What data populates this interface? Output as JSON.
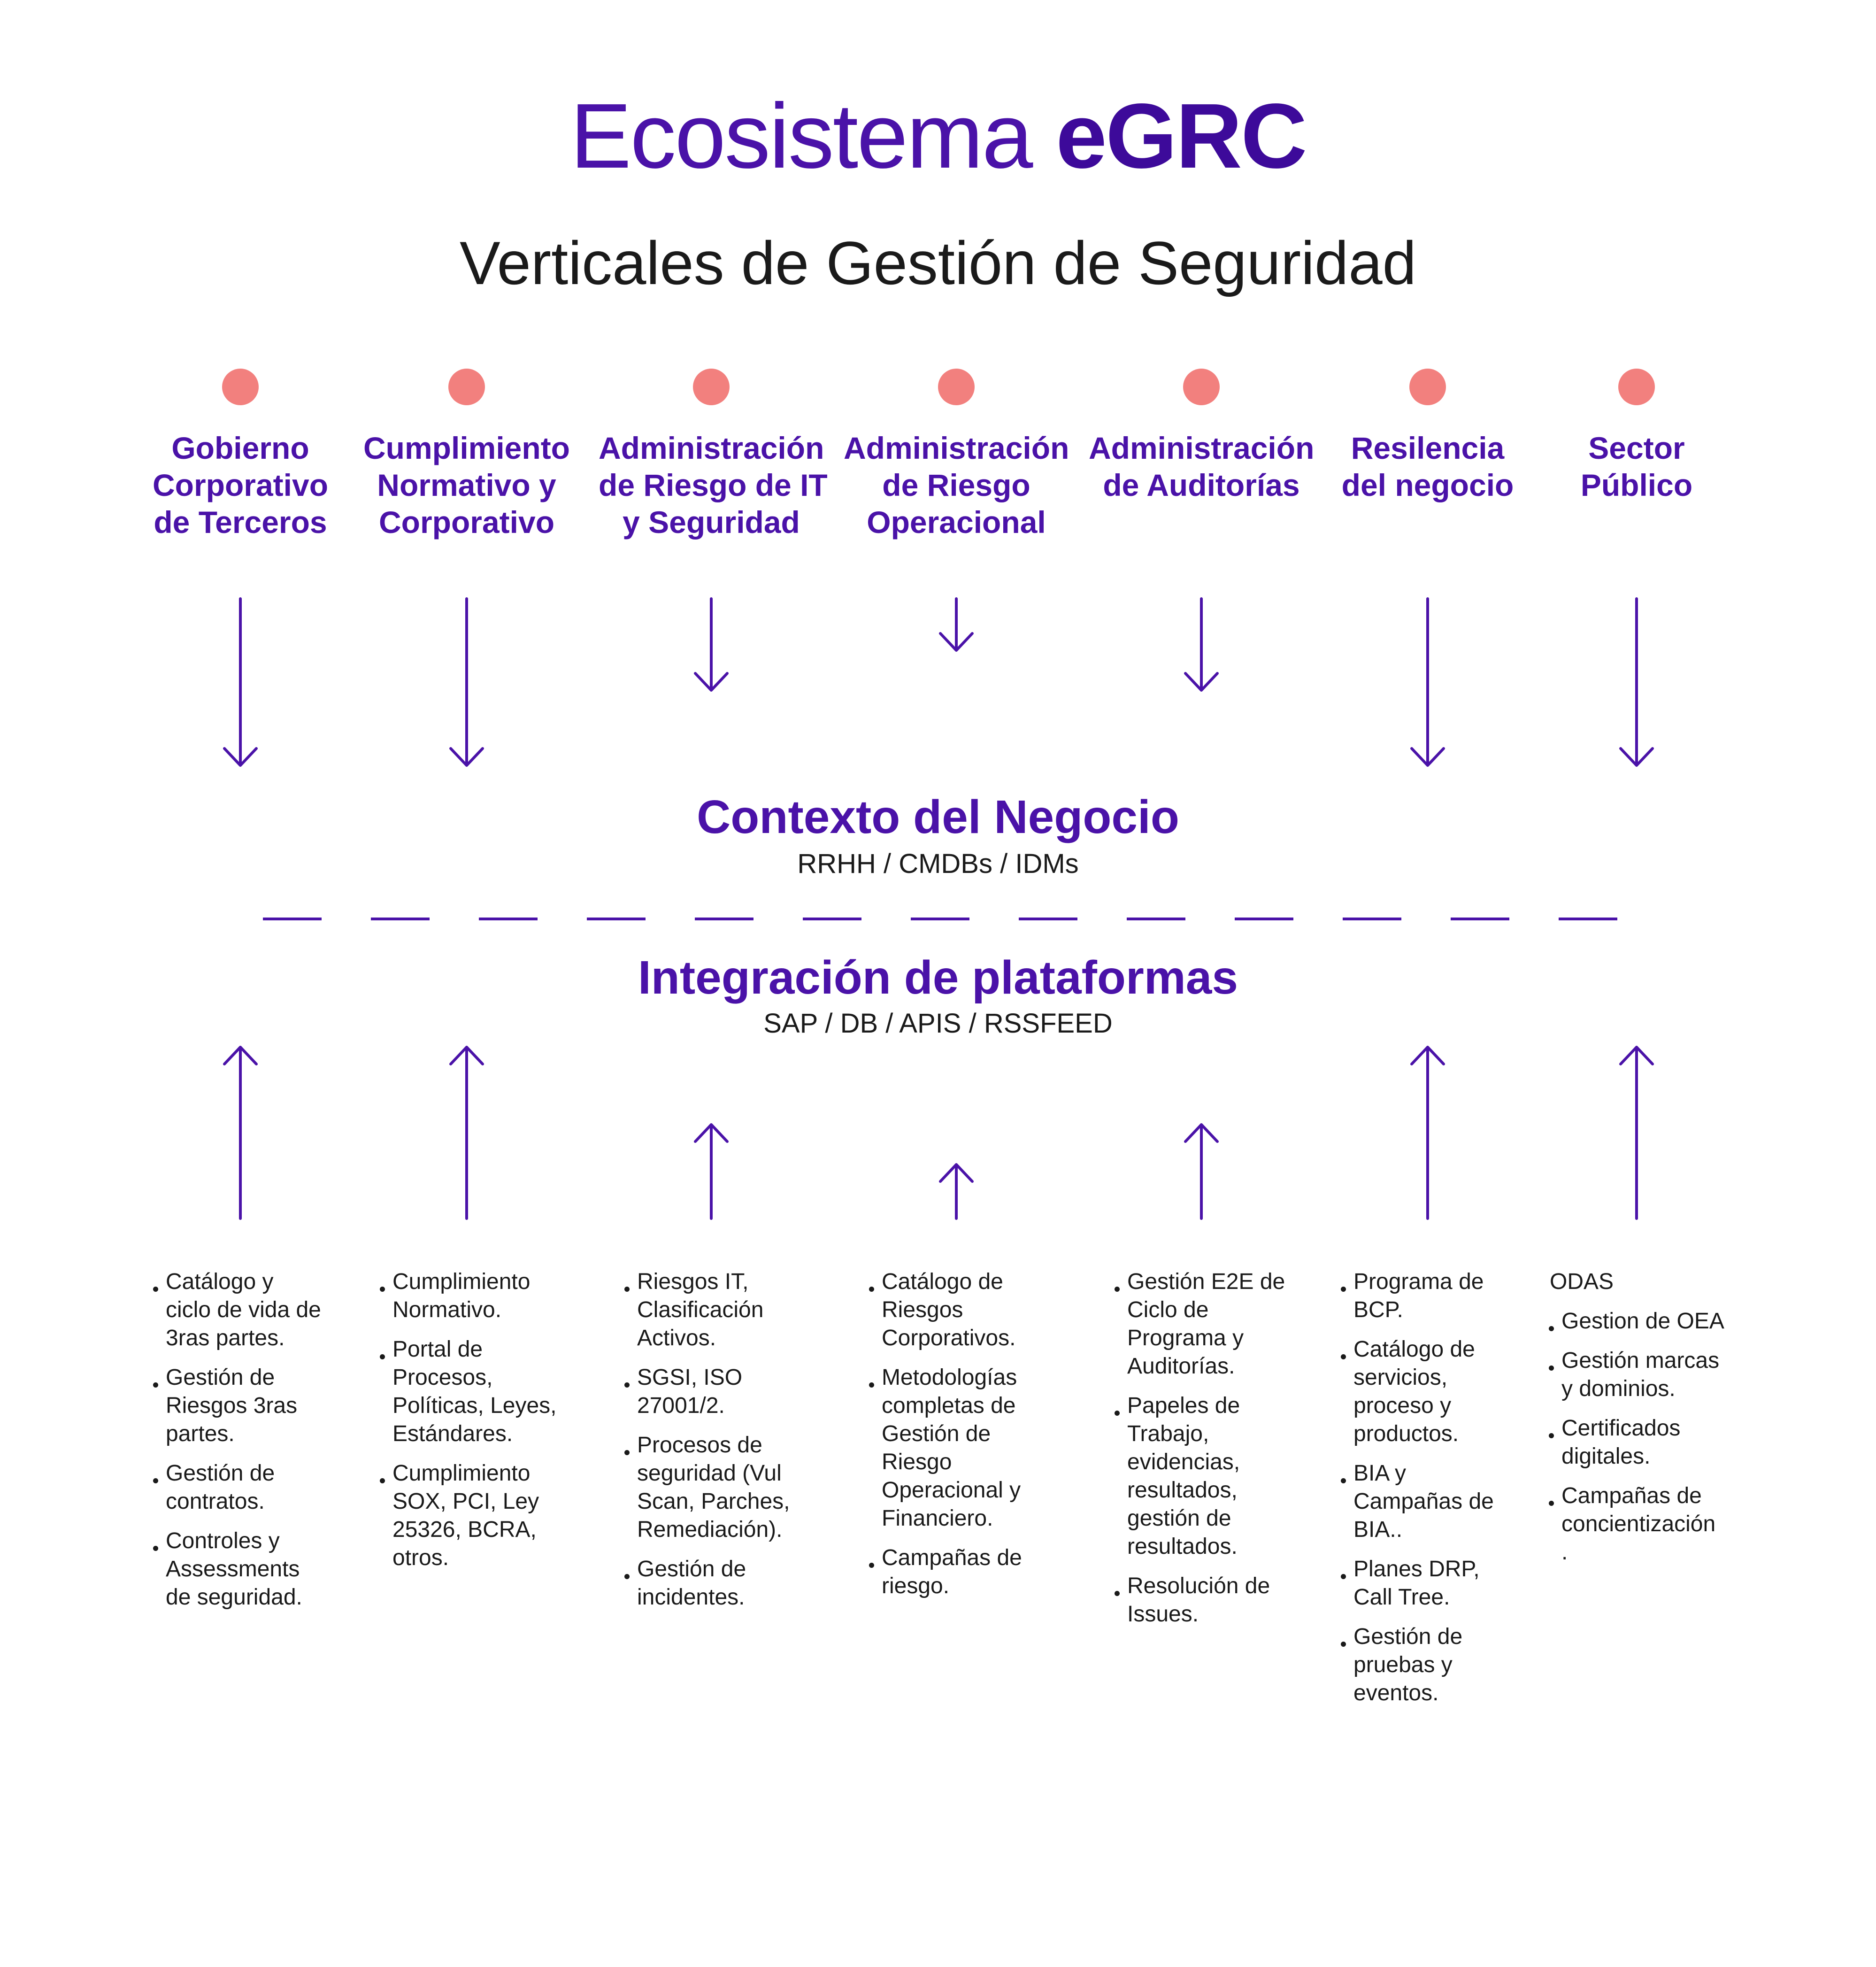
{
  "header": {
    "title_light": "Ecosistema",
    "title_bold": "eGRC",
    "subtitle": "Verticales de Gestión de Seguridad"
  },
  "colors": {
    "accent": "#4a12a8",
    "dot": "#f2807e",
    "text": "#1a1a1a"
  },
  "icons": {
    "dot": "circle-marker-icon",
    "arrow_down": "arrow-down-icon",
    "arrow_up": "arrow-up-icon"
  },
  "verticals": [
    {
      "title": [
        "Gobierno",
        "Corporativo",
        "de Terceros"
      ],
      "items": [
        [
          "Catálogo y",
          "ciclo de vida de",
          "3ras partes."
        ],
        [
          "Gestión de",
          "Riesgos 3ras",
          "partes."
        ],
        [
          "Gestión de",
          "contratos."
        ],
        [
          "Controles y",
          "Assessments",
          "de seguridad."
        ]
      ]
    },
    {
      "title": [
        "Cumplimiento",
        "Normativo y",
        "Corporativo"
      ],
      "items": [
        [
          "Cumplimiento",
          "Normativo."
        ],
        [
          "Portal de",
          "Procesos,",
          "Políticas, Leyes,",
          "Estándares."
        ],
        [
          "Cumplimiento",
          "SOX, PCI, Ley",
          "25326, BCRA,",
          "otros."
        ]
      ]
    },
    {
      "title": [
        "Administración",
        "de Riesgo de IT",
        "y Seguridad"
      ],
      "items": [
        [
          "Riesgos IT,",
          "Clasificación",
          "Activos."
        ],
        [
          "SGSI, ISO",
          "27001/2."
        ],
        [
          "Procesos de",
          "seguridad (Vul",
          "Scan, Parches,",
          "Remediación)."
        ],
        [
          "Gestión de",
          "incidentes."
        ]
      ]
    },
    {
      "title": [
        "Administración",
        "de Riesgo",
        "Operacional"
      ],
      "items": [
        [
          "Catálogo de",
          "Riesgos",
          "Corporativos."
        ],
        [
          "Metodologías",
          "completas de",
          "Gestión de",
          "Riesgo",
          "Operacional y",
          "Financiero."
        ],
        [
          "Campañas de",
          "riesgo."
        ]
      ]
    },
    {
      "title": [
        "Administración",
        "de Auditorías"
      ],
      "items": [
        [
          "Gestión E2E de",
          "Ciclo de",
          "Programa y",
          "Auditorías."
        ],
        [
          "Papeles de",
          "Trabajo,",
          "evidencias,",
          "resultados,",
          "gestión de",
          "resultados."
        ],
        [
          "Resolución de",
          "Issues."
        ]
      ]
    },
    {
      "title": [
        "Resilencia",
        "del negocio"
      ],
      "items": [
        [
          "Programa de",
          "BCP."
        ],
        [
          "Catálogo de",
          "servicios,",
          "proceso y",
          "productos."
        ],
        [
          "BIA y",
          "Campañas de",
          "BIA.."
        ],
        [
          "Planes DRP,",
          "Call Tree."
        ],
        [
          "Gestión de",
          "pruebas y",
          "eventos."
        ]
      ]
    },
    {
      "title": [
        "Sector",
        "Público"
      ],
      "label": "ODAS",
      "items": [
        [
          "Gestion de OEA"
        ],
        [
          "Gestión marcas",
          "y dominios."
        ],
        [
          "Certificados",
          "digitales."
        ],
        [
          "Campañas de",
          "concientización",
          "."
        ]
      ]
    }
  ],
  "context": {
    "title": "Contexto del Negocio",
    "subtitle": "RRHH / CMDBs / IDMs"
  },
  "integration": {
    "title": "Integración de plataformas",
    "subtitle": "SAP / DB / APIS / RSSFEED"
  }
}
